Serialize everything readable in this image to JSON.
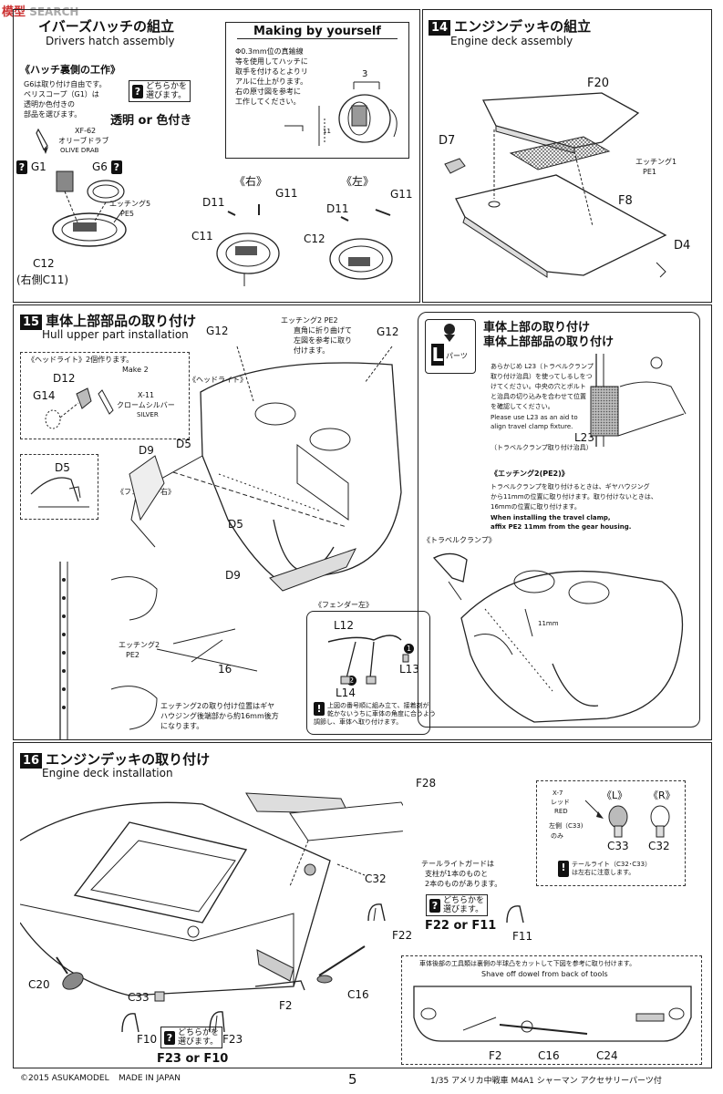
{
  "watermark": {
    "text": "SEARCH"
  },
  "step13": {
    "title": "イバーズハッチの組立",
    "subtitle": "Drivers hatch assembly",
    "hatch_back_work": "《ハッチ裏側の工作》",
    "note_g6": "G6は取り付け自由です。",
    "note_periscope": "ペリスコープ（G1）は",
    "note_transparent": "透明か色付きの",
    "note_choose": "部品を選びます。",
    "choice_line1": "どちらかを",
    "choice_line2": "選びます。",
    "clear_or_color": "透明 or 色付き",
    "paint_code": "XF-62",
    "paint_jp": "オリーブドラブ",
    "paint_en": "OLIVE DRAB",
    "g1": "G1",
    "g6": "G6",
    "etching5": "エッチング5",
    "pe5": "PE5",
    "c12": "C12",
    "c11_note": "(右側C11)",
    "right": "《右》",
    "left": "《左》",
    "d11a": "D11",
    "g11a": "G11",
    "c11": "C11",
    "d11b": "D11",
    "g11b": "G11",
    "c12b": "C12"
  },
  "myself": {
    "title": "Making by yourself",
    "line1": "Φ0.3mm位の真鍮線",
    "line2": "等を使用してハッチに",
    "line3": "取手を付けるとよりリ",
    "line4": "アルに仕上がります。",
    "line5": "右の原寸図を参考に",
    "line6": "工作してください。",
    "dim": "3",
    "dim2": "11"
  },
  "step14": {
    "num": "14",
    "title": "エンジンデッキの組立",
    "subtitle": "Engine deck assembly",
    "f20": "F20",
    "d7": "D7",
    "etching1": "エッチング1",
    "pe1": "PE1",
    "f8": "F8",
    "d4": "D4"
  },
  "step15": {
    "num": "15",
    "title": "車体上部部品の取り付け",
    "subtitle": "Hull upper part installation",
    "g12a": "G12",
    "g12b": "G12",
    "etching2_note1": "エッチング2 PE2",
    "etching2_note2": "直角に折り曲げて",
    "etching2_note3": "左図を参考に取り",
    "etching2_note4": "付けます。",
    "headlight_make": "《ヘッドライト》2個作ります。",
    "make2": "Make 2",
    "d12": "D12",
    "g14": "G14",
    "x11": "X-11",
    "chrome_jp": "クロームシルバー",
    "chrome_en": "SILVER",
    "headlight": "《ヘッドライト》",
    "d9a": "D9",
    "d5a": "D5",
    "d5box": "D5",
    "fender_r": "《フェンダー右》",
    "d5b": "D5",
    "d9b": "D9",
    "etching2": "エッチング2",
    "pe2": "PE2",
    "dim16": "16",
    "pos_note1": "エッチング2の取り付け位置はギヤ",
    "pos_note2": "ハウジング後端部から約16mm後方",
    "pos_note3": "になります。",
    "fender_l": "《フェンダー左》",
    "l12": "L12",
    "l13": "L13",
    "l14": "L14",
    "n1": "1",
    "n2": "2",
    "order_note1": "上図の番号順に組み立て、接着剤が",
    "order_note2": "乾かないうちに車体の角度に合うよう",
    "order_note3": "調節し、車体へ取り付けます。"
  },
  "lparts": {
    "badge": "L",
    "badge_sub": "パーツ",
    "title1": "車体上部の取り付け",
    "title2": "車体上部部品の取り付け",
    "l23_note1": "あらかじめ L23（トラベルクランプ",
    "l23_note2": "取り付け治具）を使ってしるしをつ",
    "l23_note3": "けてください。中央の穴とボルト",
    "l23_note4": "と治具の切り込みを合わせて位置",
    "l23_note5": "を確認してください。",
    "l23_en1": "Please use L23 as an aid to",
    "l23_en2": "align travel clamp fixture.",
    "l23": "L23",
    "l23_jig": "（トラベルクランプ取り付け治具）",
    "etch_head": "《エッチング2(PE2)》",
    "etch_jp1": "トラベルクランプを取り付けるときは、ギヤハウジング",
    "etch_jp2": "から11mmの位置に取り付けます。取り付けないときは、",
    "etch_jp3": "16mmの位置に取り付けます。",
    "etch_en1": "When installing the travel clamp,",
    "etch_en2": "affix PE2 11mm from the gear housing.",
    "travel_clamp": "《トラベルクランプ》",
    "mm11": "11mm"
  },
  "step16": {
    "num": "16",
    "title": "エンジンデッキの取り付け",
    "subtitle": "Engine deck installation",
    "f28": "F28",
    "x7": "X-7",
    "red_jp": "レッド",
    "red_en": "RED",
    "l_side": "《L》",
    "r_side": "《R》",
    "left_only1": "左側（C33)",
    "left_only2": "のみ",
    "c33": "C33",
    "c32": "C32",
    "tail_note": "テールライト（C32･C33）",
    "tail_note2": "は左右に注意します。",
    "c32b": "C32",
    "guard1": "テールライトガードは",
    "guard2": "支柱が1本のものと",
    "guard3": "2本のものがあります。",
    "choice1": "どちらかを",
    "choice2": "選びます。",
    "f22_or_f11": "F22 or F11",
    "f22": "F22",
    "f11": "F11",
    "c20": "C20",
    "c33b": "C33",
    "f2": "F2",
    "c16": "C16",
    "f10": "F10",
    "f23": "F23",
    "f23_or_f10": "F23 or F10",
    "shave_jp": "車体後部の工具類は裏側の半球凸をカットして下図を参考に取り付けます。",
    "shave_en": "Shave off dowel from back of tools",
    "f2b": "F2",
    "c16b": "C16",
    "c24": "C24"
  },
  "footer": {
    "copyright": "©2015 ASUKAMODEL",
    "made": "MADE IN JAPAN",
    "page": "5",
    "product": "1/35 アメリカ中戦車 M4A1 シャーマン アクセサリーパーツ付"
  }
}
